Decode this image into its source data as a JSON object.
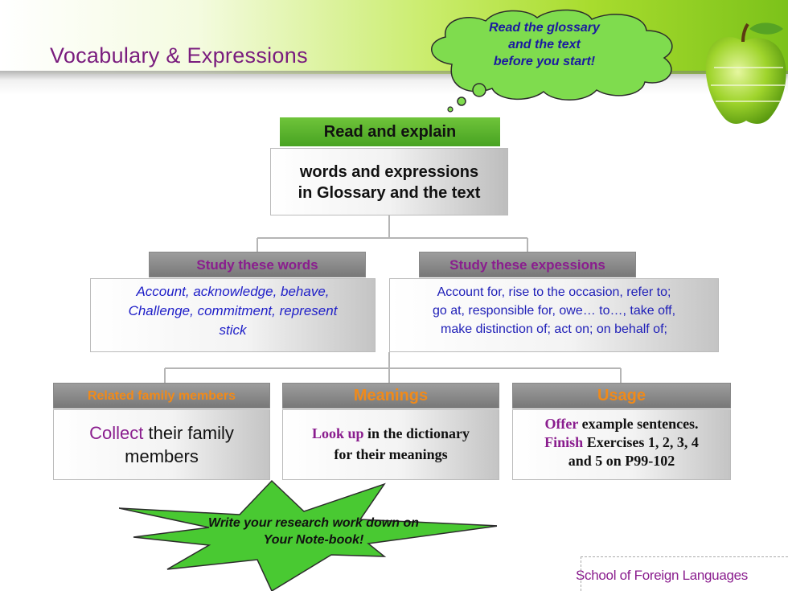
{
  "header": {
    "title": "Vocabulary & Expressions"
  },
  "cloud": {
    "lines": [
      "Read the glossary",
      "and the text",
      "before you start!"
    ]
  },
  "top": {
    "heading": "Read and explain",
    "lines": [
      "words and expressions",
      "in Glossary and the text"
    ]
  },
  "words": {
    "heading": "Study these words",
    "lines": [
      "Account, acknowledge, behave,",
      "Challenge, commitment, represent",
      "stick"
    ]
  },
  "expressions": {
    "heading": "Study these expessions",
    "lines": [
      "Account for, rise to the occasion, refer to;",
      "go at, responsible for, owe… to…, take off,",
      "make distinction of; act on; on behalf of;"
    ]
  },
  "related": {
    "heading": "Related family members",
    "verb": "Collect",
    "rest1": " their family",
    "line2": "members"
  },
  "meanings": {
    "heading": "Meanings",
    "verb": "Look up",
    "rest1": " in the dictionary",
    "line2": "for their meanings"
  },
  "usage": {
    "heading": "Usage",
    "verb1": "Offer",
    "rest1": " example sentences.",
    "verb2": "Finish",
    "rest2": " Exercises 1, 2, 3, 4",
    "line3": "and 5 on P99-102"
  },
  "star": {
    "lines": [
      "Write your research work down on",
      "Your Note-book!"
    ]
  },
  "footer": {
    "text": "School of Foreign Languages"
  },
  "colors": {
    "title": "#7a1d7e",
    "accent_green": "#6fc43a",
    "star_green": "#49c932",
    "orange": "#f08a1a",
    "blue_text": "#2020c8"
  },
  "icons": {
    "apple": "apple-icon",
    "cloud": "thought-cloud",
    "star": "starburst"
  }
}
